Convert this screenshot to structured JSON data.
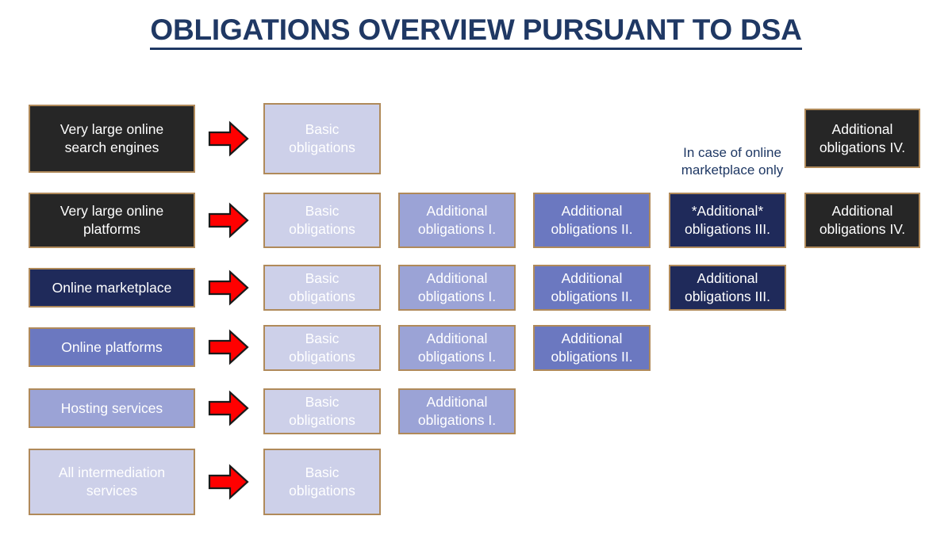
{
  "title": "OBLIGATIONS OVERVIEW PURSUANT TO DSA",
  "colors": {
    "title": "#1F3864",
    "border": "#B08A5A",
    "dark": "#262626",
    "navy": "#1F2A5A",
    "level3": "#6B78C0",
    "level2": "#9BA3D6",
    "level1": "#CDD0E9",
    "arrow": "#FF0000",
    "arrow_outline": "#1A1A1A"
  },
  "annotation": "In case of online\nmarketplace only",
  "labels": {
    "basic": "Basic\nobligations",
    "add1": "Additional\nobligations I.",
    "add2": "Additional\nobligations II.",
    "add3": "Additional\nobligations III.",
    "add3_starred": "*Additional*\nobligations III.",
    "add4": "Additional\nobligations IV."
  },
  "rows": [
    {
      "id": "very-large-online-search-engines",
      "entity": "Very large online\nsearch engines",
      "entity_fill": "dark",
      "obligations": [
        "basic",
        "add4"
      ]
    },
    {
      "id": "very-large-online-platforms",
      "entity": "Very large online\nplatforms",
      "entity_fill": "dark",
      "obligations": [
        "basic",
        "add1",
        "add2",
        "add3_starred",
        "add4"
      ]
    },
    {
      "id": "online-marketplace",
      "entity": "Online marketplace",
      "entity_fill": "navy",
      "obligations": [
        "basic",
        "add1",
        "add2",
        "add3"
      ]
    },
    {
      "id": "online-platforms",
      "entity": "Online platforms",
      "entity_fill": "level3",
      "obligations": [
        "basic",
        "add1",
        "add2"
      ]
    },
    {
      "id": "hosting-services",
      "entity": "Hosting services",
      "entity_fill": "level2",
      "obligations": [
        "basic",
        "add1"
      ]
    },
    {
      "id": "all-intermediation-services",
      "entity": "All intermediation\nservices",
      "entity_fill": "level1",
      "obligations": [
        "basic"
      ]
    }
  ]
}
